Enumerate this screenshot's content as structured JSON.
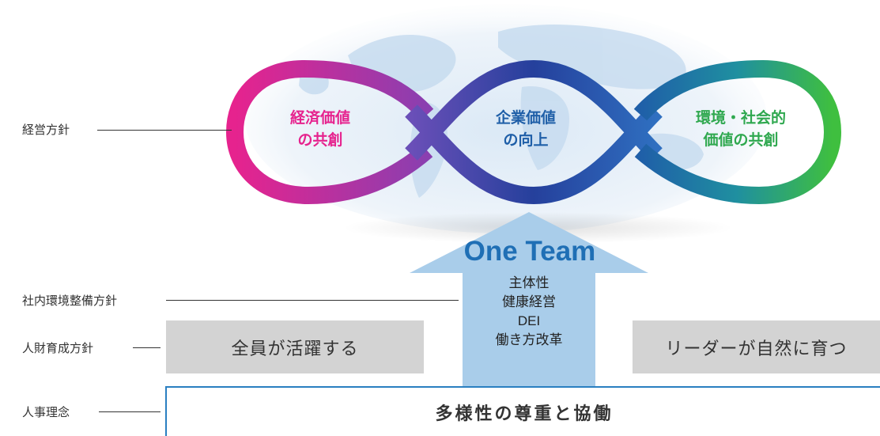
{
  "left_labels": {
    "management_policy": "経営方針",
    "environment_policy": "社内環境整備方針",
    "hr_development_policy": "人財育成方針",
    "hr_philosophy": "人事理念"
  },
  "loops": {
    "left": [
      "経済価値",
      "の共創"
    ],
    "center": [
      "企業価値",
      "の向上"
    ],
    "right": [
      "環境・社会的",
      "価値の共創"
    ]
  },
  "colors": {
    "left_loop": "#e6238e",
    "center_loop": "#1f5fa8",
    "right_loop": "#2fa84f",
    "arrow": "#a9cdea",
    "one_team": "#1f6fb5",
    "box_gray": "#d3d3d3",
    "base_border": "#2a7fc1"
  },
  "arrow": {
    "title": "One Team",
    "items": [
      "主体性",
      "健康経営",
      "DEI",
      "働き方改革"
    ]
  },
  "boxes": {
    "left": "全員が活躍する",
    "right": "リーダーが自然に育つ"
  },
  "base": {
    "text": "多様性の尊重と協働"
  }
}
